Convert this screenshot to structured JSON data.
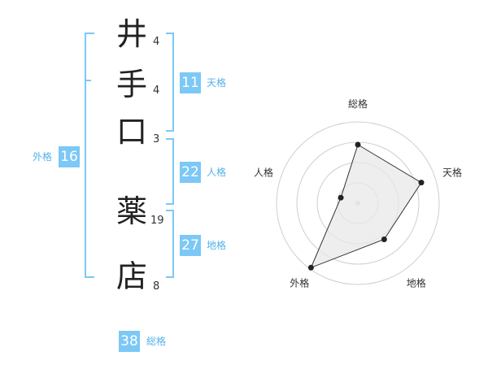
{
  "name_chars": [
    {
      "char": "井",
      "strokes": "4"
    },
    {
      "char": "手",
      "strokes": "4"
    },
    {
      "char": "口",
      "strokes": "3"
    },
    {
      "char": "薬",
      "strokes": "19"
    },
    {
      "char": "店",
      "strokes": "8"
    }
  ],
  "scores": {
    "tenkaku": {
      "value": "11",
      "label": "天格"
    },
    "jinkaku": {
      "value": "22",
      "label": "人格"
    },
    "chikaku": {
      "value": "27",
      "label": "地格"
    },
    "gaikaku": {
      "value": "16",
      "label": "外格"
    },
    "soukaku": {
      "value": "38",
      "label": "総格"
    }
  },
  "colors": {
    "accent": "#7cc8f7",
    "accent_text": "#52b2ee",
    "radar_fill": "#e8e8e8"
  },
  "chart_data": {
    "type": "radar",
    "axes": [
      "総格",
      "天格",
      "地格",
      "外格",
      "人格"
    ],
    "values": [
      0.72,
      0.82,
      0.55,
      0.98,
      0.22
    ],
    "rings": 4
  }
}
